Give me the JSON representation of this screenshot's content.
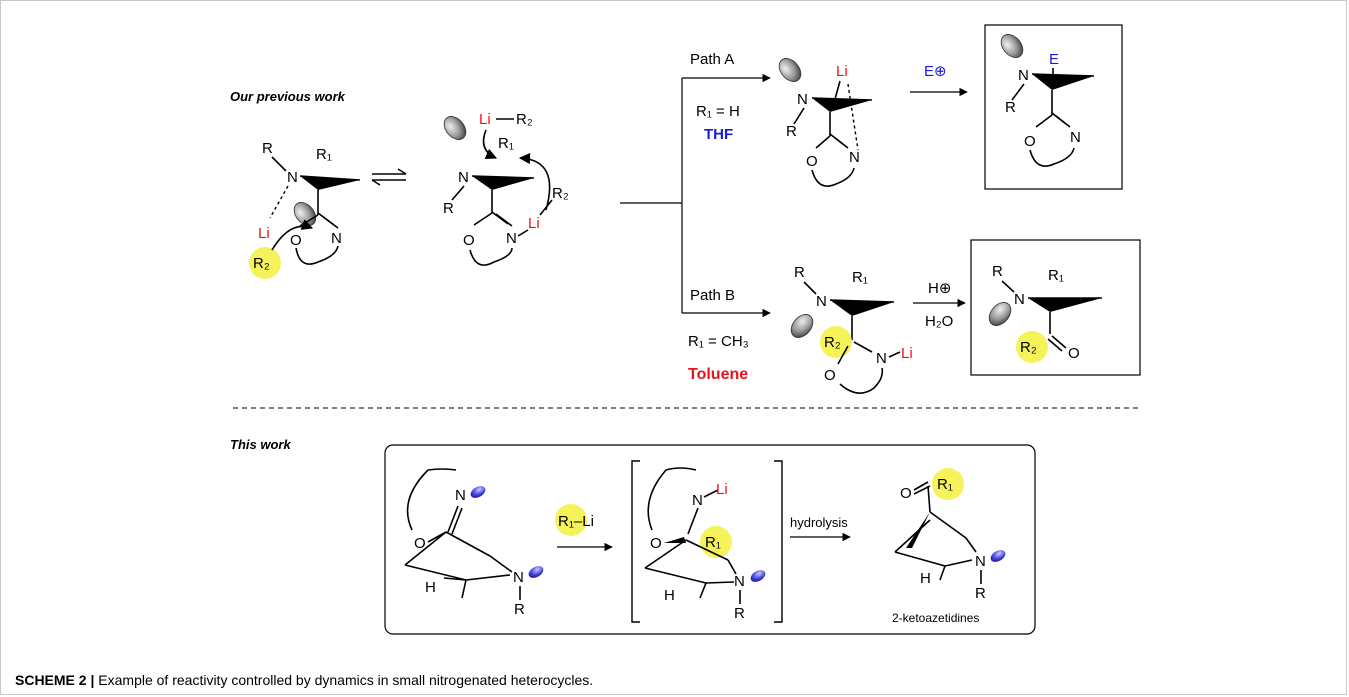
{
  "section_top": "Our previous work",
  "section_bottom": "This work",
  "path_a": {
    "label": "Path A",
    "condition": "R₁ = H",
    "solvent": "THF",
    "reagent": "E⊕"
  },
  "path_b": {
    "label": "Path B",
    "condition": "R₁ = CH₃",
    "solvent": "Toluene",
    "reagent_top": "H⊕",
    "reagent_bottom": "H₂O"
  },
  "atoms": {
    "R": "R",
    "N": "N",
    "O": "O",
    "H": "H",
    "Li": "Li",
    "E": "E",
    "R1": "R₁",
    "R2": "R₂"
  },
  "bottom": {
    "reagent": "R₁–Li",
    "step": "hydrolysis",
    "product": "2-ketoazetidines"
  },
  "caption": {
    "number": "SCHEME 2 |",
    "text": "Example of reactivity controlled by dynamics in small nitrogenated heterocycles."
  },
  "colors": {
    "lithium": "#e8141c",
    "electrophile": "#1a1ad8",
    "thf": "#1a1ad8",
    "toluene": "#e8141c",
    "highlight": "#f6f25a",
    "lone_pair": "#3a3ad8"
  }
}
